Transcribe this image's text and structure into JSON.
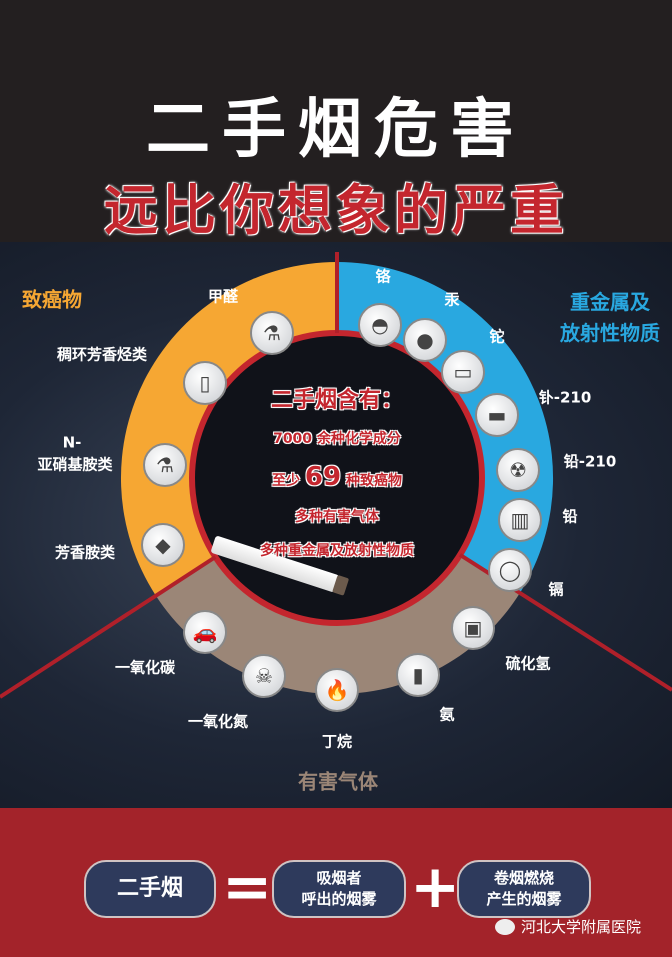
{
  "title": {
    "line1": "二手烟危害",
    "line2": "远比你想象的严重"
  },
  "categories": {
    "carcinogens": "致癌物",
    "heavy_metals": [
      "重金属及",
      "放射性物质"
    ],
    "harmful_gases": "有害气体"
  },
  "colors": {
    "carcinogens": "#f6a733",
    "heavy_metals": "#29a8e0",
    "harmful_gases": "#9b8677",
    "accent": "#c4262e",
    "bottom": "#a3232a",
    "pill": "#2e3a5c"
  },
  "center": {
    "heading": "二手烟含有：",
    "line1": "7000 余种化学成分",
    "line2_pre": "至少",
    "line2_num": "69",
    "line2_post": "种致癌物",
    "line3": "多种有害气体",
    "line4": "多种重金属及放射性物质"
  },
  "carcinogen_items": [
    "甲醛",
    "稠环芳香烃类",
    "N-",
    "亚硝基胺类",
    "芳香胺类"
  ],
  "metal_items": [
    "铬",
    "汞",
    "铊",
    "钋-210",
    "铅-210",
    "铅",
    "镉"
  ],
  "gas_items": [
    "一氧化碳",
    "一氧化氮",
    "丁烷",
    "氨",
    "硫化氢"
  ],
  "equation": {
    "term": "二手烟",
    "equals": "=",
    "a": [
      "吸烟者",
      "呼出的烟雾"
    ],
    "plus": "+",
    "b": [
      "卷烟燃烧",
      "产生的烟雾"
    ]
  },
  "watermark": "河北大学附属医院"
}
